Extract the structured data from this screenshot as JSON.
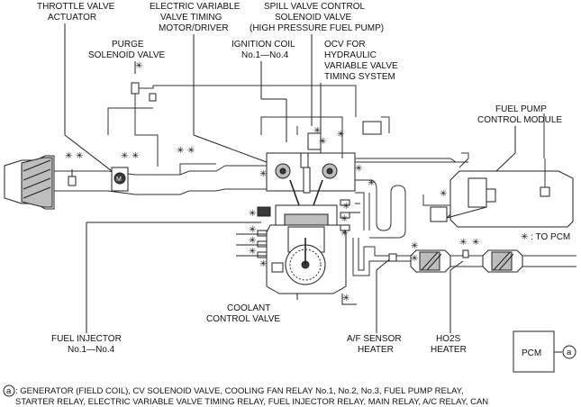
{
  "labels": {
    "throttle_actuator": [
      "THROTTLE VALVE",
      "ACTUATOR"
    ],
    "evvt_motor": [
      "ELECTRIC VARIABLE",
      "VALVE TIMING",
      "MOTOR/DRIVER"
    ],
    "spill_valve": [
      "SPILL VALVE CONTROL",
      "SOLENOID VALVE",
      "(HIGH PRESSURE FUEL PUMP)"
    ],
    "purge_solenoid": [
      "PURGE",
      "SOLENOID VALVE"
    ],
    "ignition_coil": [
      "IGNITION COIL",
      "No.1—No.4"
    ],
    "ocv": [
      "OCV FOR",
      "HYDRAULIC",
      "VARIABLE VALVE",
      "TIMING SYSTEM"
    ],
    "fuel_pump_module": [
      "FUEL PUMP",
      "CONTROL MODULE"
    ],
    "to_pcm": "✳ : TO PCM",
    "fuel_injector": [
      "FUEL INJECTOR",
      "No.1—No.4"
    ],
    "coolant_valve": [
      "COOLANT",
      "CONTROL VALVE"
    ],
    "af_sensor": [
      "A/F SENSOR",
      "HEATER"
    ],
    "ho2s": [
      "HO2S",
      "HEATER"
    ],
    "pcm": "PCM",
    "circle_a": "a",
    "motor_m": "M",
    "footnote_line1": ": GENERATOR (FIELD COIL), CV SOLENOID VALVE, COOLING FAN RELAY No.1, No.2, No.3, FUEL PUMP RELAY,",
    "footnote_line2": "STARTER RELAY, ELECTRIC VARIABLE VALVE TIMING RELAY, FUEL INJECTOR RELAY, MAIN RELAY, A/C RELAY, CAN"
  },
  "marker": "✳"
}
